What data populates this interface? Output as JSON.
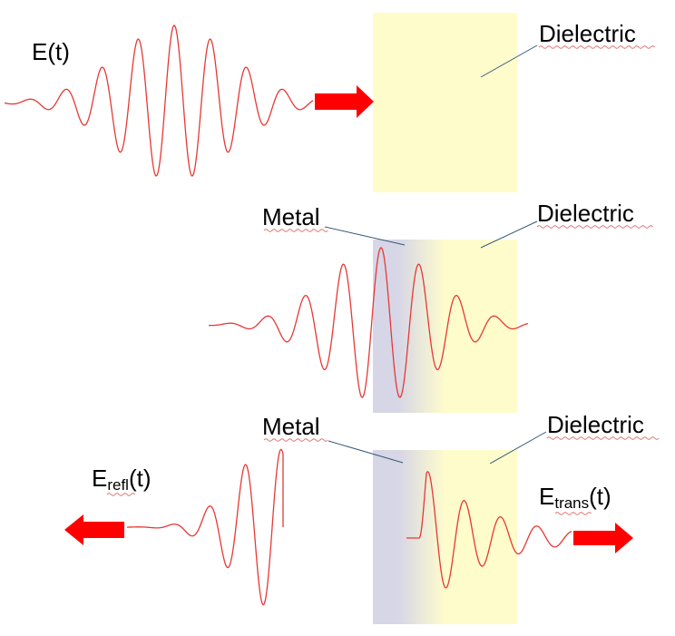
{
  "panels": [
    {
      "id": "incident",
      "labels": {
        "field": "E(t)",
        "dielectric": "Dielectric"
      }
    },
    {
      "id": "in-metal",
      "labels": {
        "metal": "Metal",
        "dielectric": "Dielectric"
      }
    },
    {
      "id": "split",
      "labels": {
        "metal": "Metal",
        "dielectric": "Dielectric",
        "reflected_base": "E",
        "reflected_sub": "refl",
        "reflected_suffix": "(t)",
        "transmitted_base": "E",
        "transmitted_sub": "trans",
        "transmitted_suffix": "(t)"
      }
    }
  ],
  "colors": {
    "wave": "#e53935",
    "arrow": "#ff0000",
    "dielectric": "#fffccc",
    "metal": "#d6d6e6",
    "leader_line": "#34587a",
    "spellcheck_underline": "#e06666"
  }
}
